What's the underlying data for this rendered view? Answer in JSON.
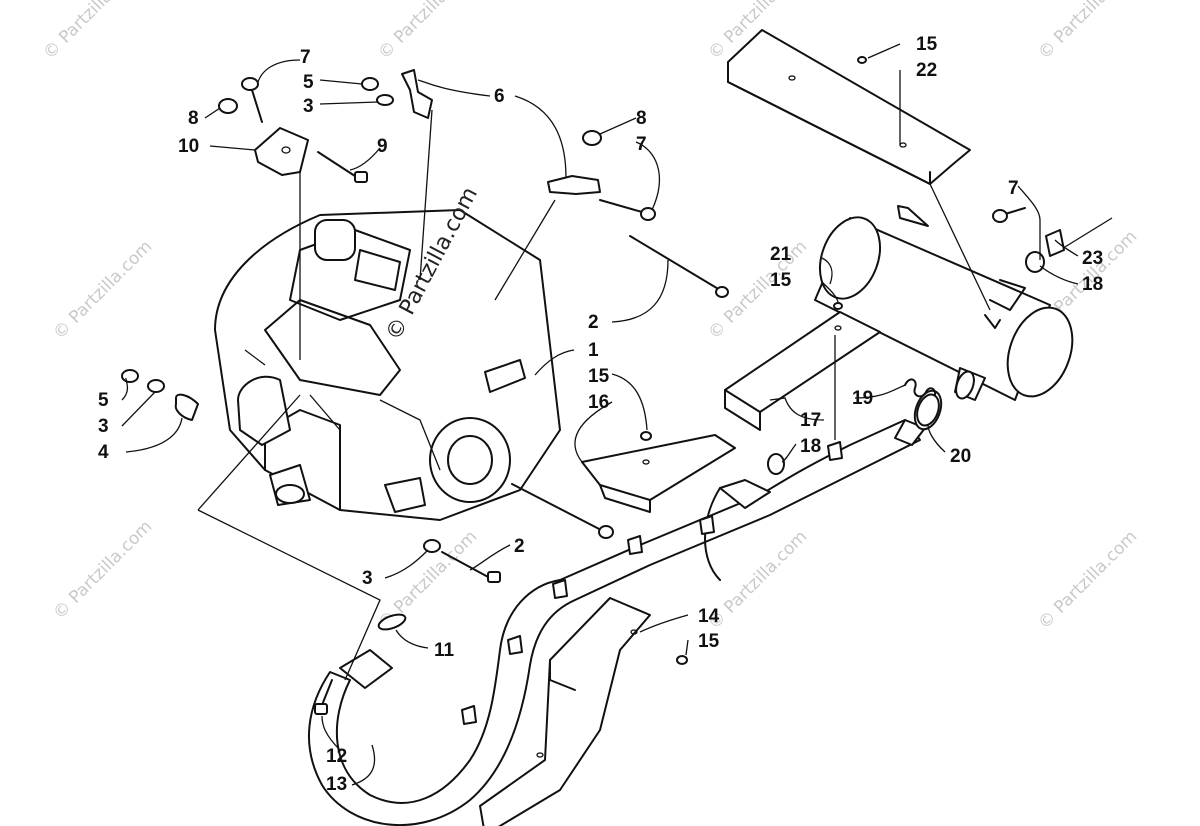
{
  "watermark": {
    "text": "© Partzilla.com",
    "engine_text": "© Partzilla.com"
  },
  "callouts": {
    "c1": "1",
    "c2a": "2",
    "c2b": "2",
    "c3a": "3",
    "c3b": "3",
    "c3c": "3",
    "c4": "4",
    "c5a": "5",
    "c5b": "5",
    "c6": "6",
    "c7a": "7",
    "c7b": "7",
    "c7c": "7",
    "c8a": "8",
    "c8b": "8",
    "c9": "9",
    "c10": "10",
    "c11": "11",
    "c12": "12",
    "c13": "13",
    "c14": "14",
    "c15a": "15",
    "c15b": "15",
    "c15c": "15",
    "c15d": "15",
    "c16": "16",
    "c17": "17",
    "c18a": "18",
    "c18b": "18",
    "c19": "19",
    "c20": "20",
    "c21": "21",
    "c22": "22",
    "c23": "23"
  }
}
